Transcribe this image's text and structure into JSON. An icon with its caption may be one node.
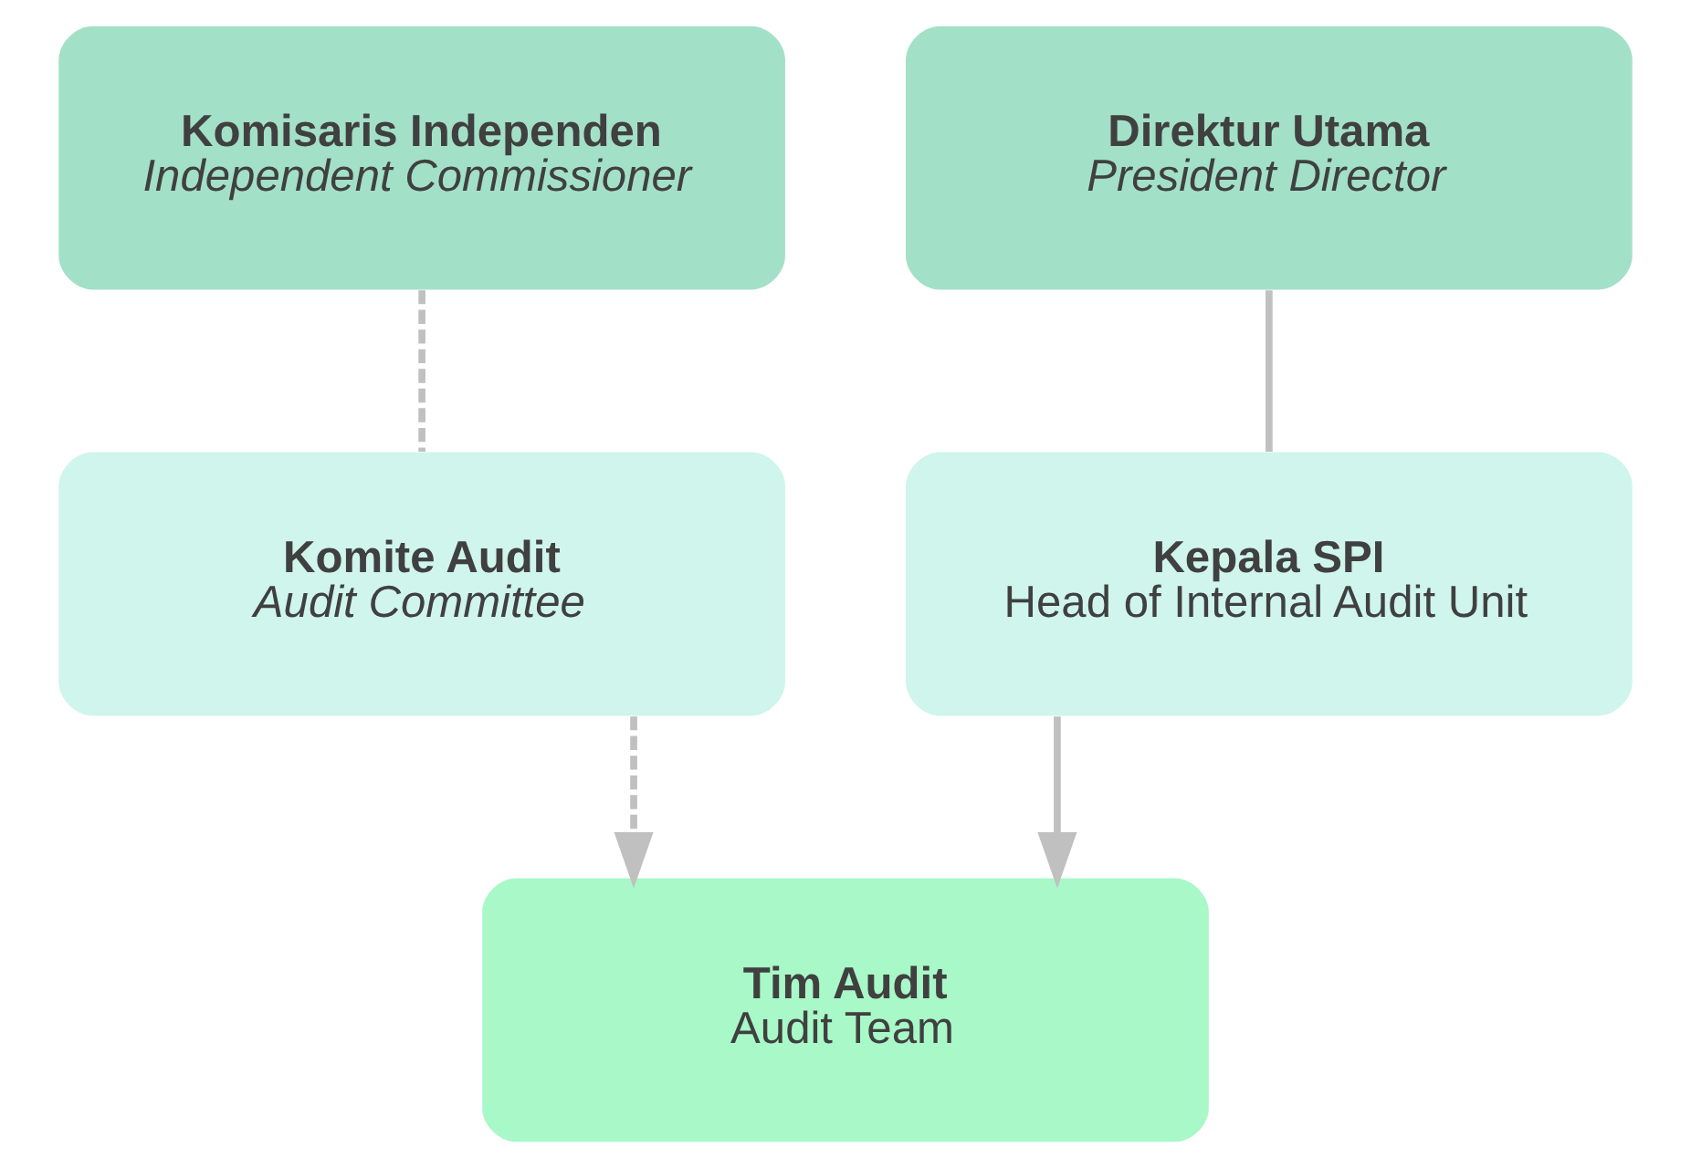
{
  "diagram": {
    "nodes": [
      {
        "text": [
          "Komisaris Independen",
          "Independent Commissioner"
        ]
      },
      {
        "text": [
          "Direktur Utama",
          "President Director"
        ]
      },
      {
        "text": [
          "Komite Audit",
          "Audit Committee"
        ]
      },
      {
        "text": [
          "Kepala SPI",
          "Head of Internal Audit Unit"
        ]
      },
      {
        "text": [
          "Tim Audit",
          "Audit Team"
        ]
      }
    ],
    "edges": [
      {
        "from": 0,
        "to": 2,
        "arrow": "none",
        "style": "dashed"
      },
      {
        "from": 1,
        "to": 3,
        "arrow": "none"
      },
      {
        "from": 3,
        "to": 4,
        "arrow": "to"
      },
      {
        "from": 2,
        "to": 4,
        "arrow": "to",
        "style": "dashed"
      }
    ]
  }
}
